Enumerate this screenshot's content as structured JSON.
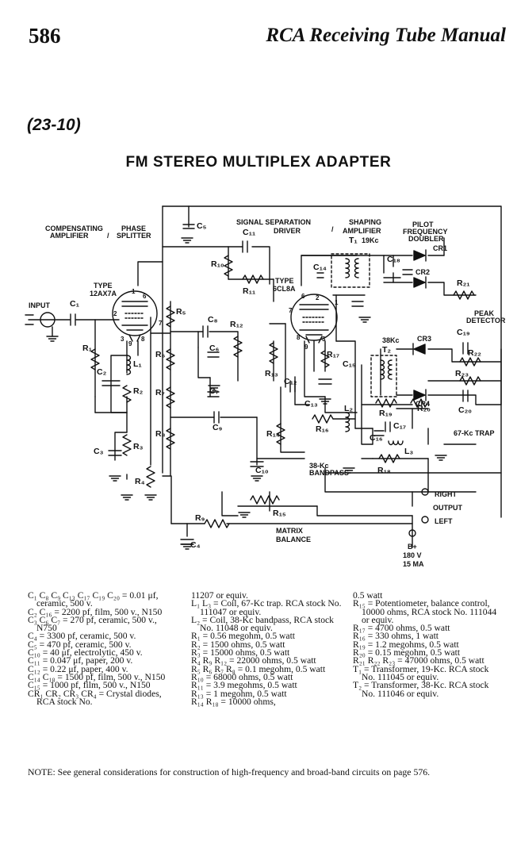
{
  "header": {
    "page_number": "586",
    "running_title": "RCA Receiving Tube Manual"
  },
  "figure_number": "(23-10)",
  "title": "FM STEREO MULTIPLEX ADAPTER",
  "schematic": {
    "labels": {
      "comp_amp": [
        "COMPENSATING",
        "AMPLIFIER"
      ],
      "phase_split": [
        "PHASE",
        "SPLITTER"
      ],
      "slash": "/",
      "signal_sep": [
        "SIGNAL SEPARATION",
        "DRIVER"
      ],
      "shaping": [
        "SHAPING",
        "AMPLIFIER"
      ],
      "pilot": [
        "PILOT",
        "FREQUENCY",
        "DOUBLER"
      ],
      "t1_freq": "19Kc",
      "type1": [
        "TYPE",
        "12AX7A"
      ],
      "type2": [
        "TYPE",
        "6CL8A"
      ],
      "input": "INPUT",
      "peak": [
        "PEAK",
        "DETECTOR"
      ],
      "t2_freq": "38Kc",
      "trap": "67-Kc TRAP",
      "bandpass": [
        "38-Kc",
        "BANDPASS"
      ],
      "right": "RIGHT",
      "output": "OUTPUT",
      "left": "LEFT",
      "matrix": [
        "MATRIX",
        "BALANCE"
      ],
      "bplus": [
        "B+",
        "180 V",
        "15 MA"
      ]
    },
    "components": {
      "C1": "C₁",
      "C2": "C₂",
      "C3": "C₃",
      "C4": "C₄",
      "C5": "C₅",
      "C6": "C₆",
      "C7": "C₇",
      "C8": "C₈",
      "C9": "C₉",
      "C10": "C₁₀",
      "C11": "C₁₁",
      "C12": "C₁₂",
      "C13": "C₁₃",
      "C14": "C₁₄",
      "C15": "C₁₅",
      "C16": "C₁₆",
      "C17": "C₁₇",
      "C18": "C₁₈",
      "C19": "C₁₉",
      "C20": "C₂₀",
      "R1": "R₁",
      "R2": "R₂",
      "R3": "R₃",
      "R4": "R₄",
      "R5": "R₅",
      "R6": "R₆",
      "R7": "R₇",
      "R8": "R₈",
      "R9": "R₉",
      "R10": "R₁₀",
      "R11": "R₁₁",
      "R12": "R₁₂",
      "R13": "R₁₃",
      "R14": "R₁₄",
      "R15": "R₁₅",
      "R16": "R₁₆",
      "R17": "R₁₇",
      "R18": "R₁₈",
      "R19": "R₁₉",
      "R20": "R₂₀",
      "R21": "R₂₁",
      "R22": "R₂₂",
      "R23": "R₂₃",
      "L1": "L₁",
      "L2": "L₂",
      "L3": "L₃",
      "T1": "T₁",
      "T2": "T₂",
      "CR1": "CR1",
      "CR2": "CR2",
      "CR3": "CR3",
      "CR4": "CR4"
    },
    "pins": [
      "1",
      "2",
      "3",
      "6",
      "7",
      "8",
      "9",
      "2",
      "3",
      "6",
      "7",
      "8",
      "9",
      "1"
    ]
  },
  "parts_list": {
    "col1": [
      "C₁ C₈ C₉ C₁₃ C₁₇ C₁₉ C₂₀ = 0.01 μf, ceramic, 500 v.",
      "C₂ C₁₆ = 2200 pf, film, 500 v., N150",
      "C₃ C₆ C₇ = 270 pf, ceramic, 500 v., N750",
      "C₄ = 3300 pf, ceramic, 500 v.",
      "C₅ = 470 pf, ceramic, 500 v.",
      "C₁₀ = 40 μf, electrolytic, 450 v.",
      "C₁₁ = 0.047 μf, paper, 200 v.",
      "C₁₂ = 0.22 μf, paper, 400 v.",
      "C₁₄ C₁₈ = 1500 pf, film, 500 v., N150",
      "C₁₅ = 1000 pf, film, 500 v., N150",
      "CR₁ CR₂ CR₃ CR₄ = Crystal diodes, RCA stock No."
    ],
    "col2": [
      "11207 or equiv.",
      "L₁ L₃ = Coil, 67-Kc trap. RCA stock No. 111047 or equiv.",
      "L₂ = Coil, 38-Kc bandpass, RCA stock No. 11048 or equiv.",
      "R₁ = 0.56 megohm, 0.5 watt",
      "R₂ = 1500 ohms, 0.5 watt",
      "R₃ = 15000 ohms, 0.5 watt",
      "R₄ R₉ R₁₂ = 22000 ohms, 0.5 watt",
      "R₅ R₆ R₇ R₈ = 0.1 megohm, 0.5 watt",
      "R₁₀ = 68000 ohms, 0.5 watt",
      "R₁₁ = 3.9 megohms, 0.5 watt",
      "R₁₃ = 1 megohm, 0.5 watt",
      "R₁₄ R₁₈ = 10000 ohms,"
    ],
    "col3": [
      "0.5 watt",
      "R₁₅ = Potentiometer, balance control, 10000 ohms, RCA stock No. 111044 or equiv.",
      "R₁₇ = 4700 ohms, 0.5 watt",
      "R₁₆ = 330 ohms, 1 watt",
      "R₁₉ = 1.2 megohms, 0.5 watt",
      "R₂₀ = 0.15 megohm, 0.5 watt",
      "R₂₁ R₂₂ R₂₃ = 47000 ohms, 0.5 watt",
      "T₁ = Transformer, 19-Kc. RCA stock No. 111045 or equiv.",
      "T₂ = Transformer, 38-Kc. RCA stock No. 111046 or equiv."
    ]
  },
  "note": "NOTE: See general considerations for construction of high-frequency and broad-band circuits on page 576."
}
